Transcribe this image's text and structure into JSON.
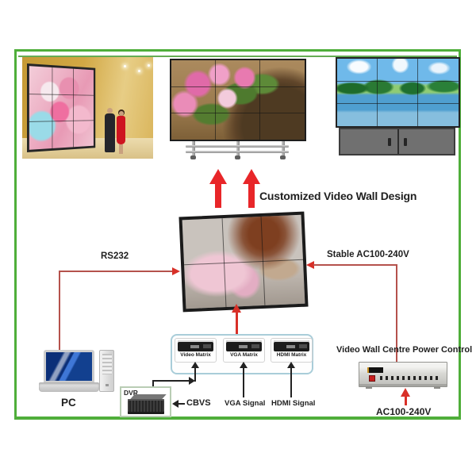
{
  "diagram": {
    "caption": "Customized Video Wall Design",
    "control": {
      "pc_label": "PC",
      "rs232_label": "RS232"
    },
    "sources": {
      "dvr_label": "DVR",
      "cbvs_label": "CBVS",
      "vga_label": "VGA Signal",
      "hdmi_label": "HDMI Signal",
      "matrices": [
        {
          "label": "Video Matrix"
        },
        {
          "label": "VGA Matrix"
        },
        {
          "label": "HDMI Matrix"
        }
      ]
    },
    "power": {
      "stable_label": "Stable AC100-240V",
      "controller_label": "Video Wall Centre Power Control",
      "input_label": "AC100-240V"
    }
  },
  "gallery": {
    "left_photo": "mall-video-wall-photo",
    "center_photo": "floor-stand-video-wall-photo",
    "right_photo": "cabinet-video-wall-photo"
  },
  "colors": {
    "frame_green": "#4fae3a",
    "arrow_red": "#e82629",
    "connector_red": "#b5524c",
    "connector_black": "#222222",
    "ink": "#1f1f1f",
    "matrix_box_border": "#a9cdd9"
  }
}
